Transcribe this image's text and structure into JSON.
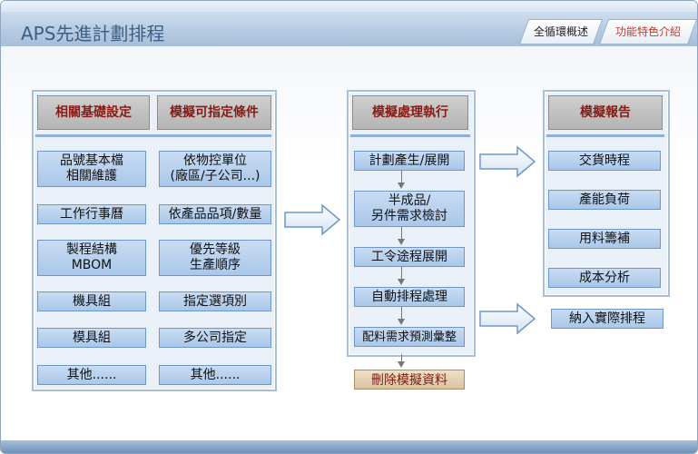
{
  "header": {
    "title": "APS先進計劃排程",
    "tabs": [
      "全循環概述",
      "功能特色介紹"
    ]
  },
  "left_panel": {
    "headers": [
      "相關基礎設定",
      "模擬可指定條件"
    ],
    "left_items": [
      "品號基本檔\n相關維護",
      "工作行事曆",
      "製程結構\nMBOM",
      "機具組",
      "模具組",
      "其他......"
    ],
    "right_items": [
      "依物控單位\n(廠區/子公司...)",
      "依產品品項/數量",
      "優先等級\n生產順序",
      "指定選項別",
      "多公司指定",
      "其他......"
    ]
  },
  "mid_panel": {
    "header": "模擬處理執行",
    "steps": [
      "計劃產生/展開",
      "半成品/\n另件需求檢討",
      "工令途程展開",
      "自動排程處理",
      "配料需求預測彙整"
    ],
    "after": "刪除模擬資料"
  },
  "right_panel": {
    "header": "模擬報告",
    "items": [
      "交貨時程",
      "產能負荷",
      "用料籌補",
      "成本分析"
    ],
    "after": "納入實際排程"
  }
}
